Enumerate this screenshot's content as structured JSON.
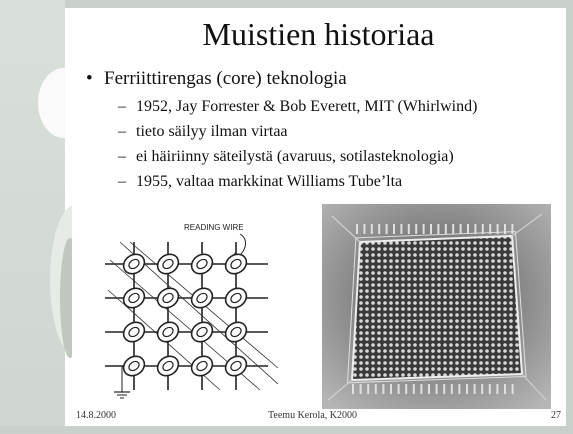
{
  "title": "Muistien historiaa",
  "bullet": {
    "symbol": "•",
    "text": "Ferriittirengas (core) teknologia"
  },
  "subitems": [
    {
      "dash": "–",
      "text": "1952, Jay Forrester & Bob Everett, MIT (Whirlwind)"
    },
    {
      "dash": "–",
      "text": "tieto säilyy ilman virtaa"
    },
    {
      "dash": "–",
      "text": "ei häiriinny säteilystä (avaruus, sotilasteknologia)"
    },
    {
      "dash": "–",
      "text": "1955, valtaa markkinat Williams Tube’lta"
    }
  ],
  "diagram": {
    "label": "READING WIRE"
  },
  "footer": {
    "date": "14.8.2000",
    "center": "Teemu Kerola, K2000",
    "page": "27"
  }
}
